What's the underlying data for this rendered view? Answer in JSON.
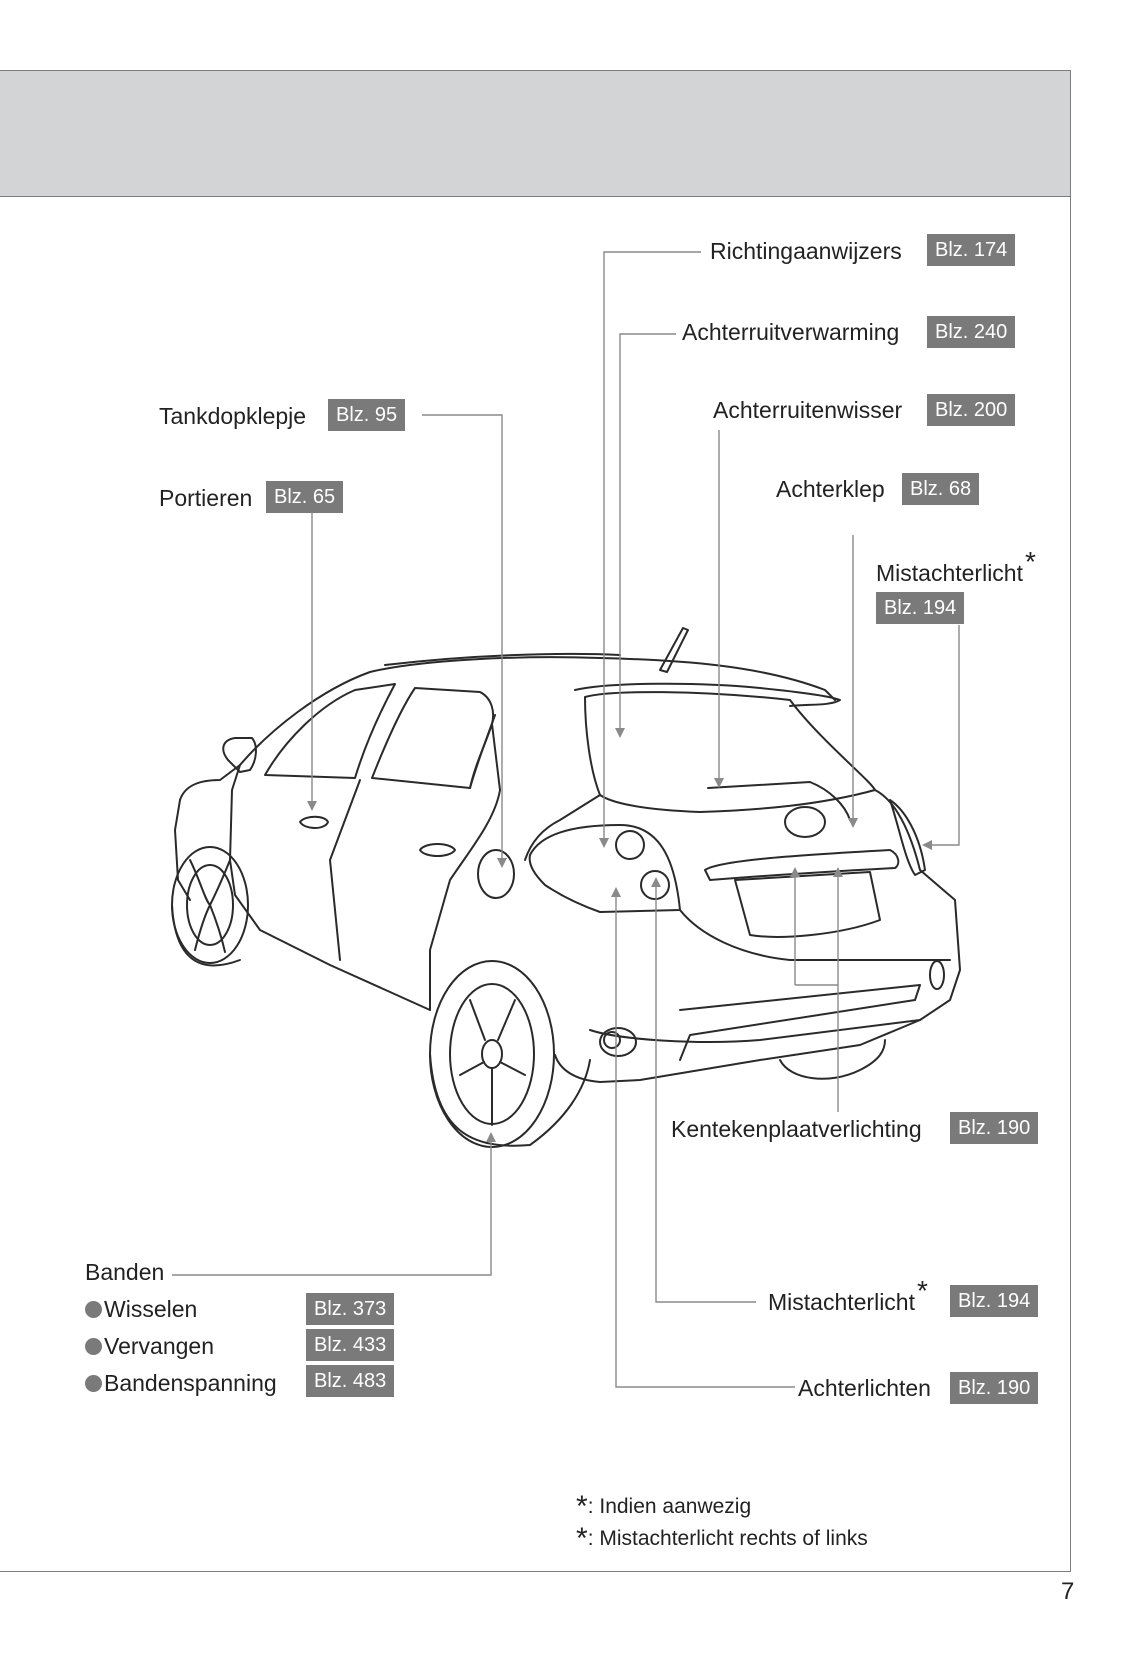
{
  "callouts": {
    "richtingaanwijzers": {
      "label": "Richtingaanwijzers",
      "ref": "Blz. 174"
    },
    "achterruitverwarming": {
      "label": "Achterruitverwarming",
      "ref": "Blz. 240"
    },
    "achterruitenwisser": {
      "label": "Achterruitenwisser",
      "ref": "Blz. 200"
    },
    "achterklep": {
      "label": "Achterklep",
      "ref": "Blz. 68"
    },
    "mistachterlicht_top": {
      "label": "Mistachterlicht",
      "star": "*",
      "ref": "Blz. 194"
    },
    "tankdopklepje": {
      "label": "Tankdopklepje",
      "ref": "Blz. 95"
    },
    "portieren": {
      "label": "Portieren",
      "ref": "Blz. 65"
    },
    "kentekenplaatverlichting": {
      "label": "Kentekenplaatverlichting",
      "ref": "Blz. 190"
    },
    "mistachterlicht_bottom": {
      "label": "Mistachterlicht",
      "star": "*",
      "ref": "Blz. 194"
    },
    "achterlichten": {
      "label": "Achterlichten",
      "ref": "Blz. 190"
    }
  },
  "banden": {
    "title": "Banden",
    "items": [
      {
        "label": "Wisselen",
        "ref": "Blz. 373"
      },
      {
        "label": "Vervangen",
        "ref": "Blz. 433"
      },
      {
        "label": "Bandenspanning",
        "ref": "Blz. 483"
      }
    ]
  },
  "footnotes": [
    {
      "mark": "*",
      "text": ": Indien aanwezig"
    },
    {
      "mark": "*",
      "text": ": Mistachterlicht rechts of links"
    }
  ],
  "page_number": "7",
  "colors": {
    "header_band": "#d3d4d6",
    "ref_box": "#7a7a7a",
    "leader_line": "#8a8a8a"
  }
}
